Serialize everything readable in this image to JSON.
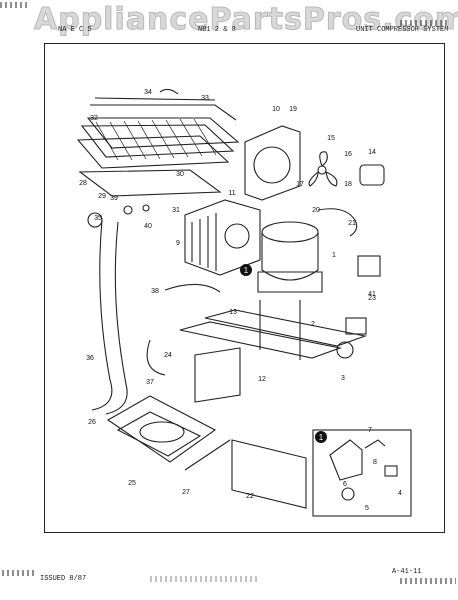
{
  "watermark": "AppliancePartsPros.com",
  "header": {
    "model": "NA E C S",
    "section": "NB1 2 & 8",
    "title": "UNIT COMPRESSOR SYSTEM"
  },
  "footer": {
    "issued": "ISSUED 8/87",
    "page": "A-41-11"
  },
  "callout_marker": "1",
  "part_labels": [
    "1",
    "2",
    "3",
    "4",
    "5",
    "6",
    "7",
    "8",
    "9",
    "10",
    "11",
    "12",
    "13",
    "14",
    "15",
    "16",
    "17",
    "18",
    "19",
    "20",
    "21",
    "22",
    "23",
    "24",
    "25",
    "26",
    "27",
    "28",
    "29",
    "30",
    "31",
    "32",
    "33",
    "34",
    "35",
    "36",
    "37",
    "38",
    "39",
    "40",
    "41"
  ]
}
